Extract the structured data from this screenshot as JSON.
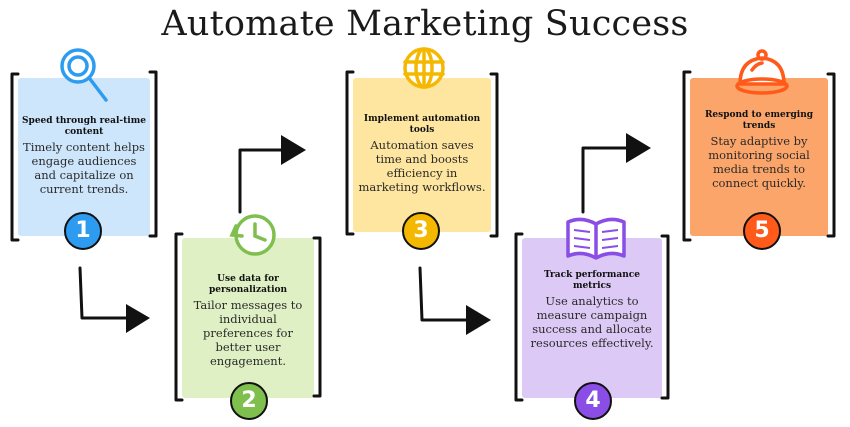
{
  "title": "Automate Marketing Success",
  "steps": [
    {
      "number": "1",
      "heading": "Speed through real-time content",
      "text": "Timely content helps engage audiences and capitalize on current trends.",
      "icon": "magnifier-icon",
      "color": "#cde6fb",
      "badge_color": "#2d9cf0"
    },
    {
      "number": "2",
      "heading": "Use data for personalization",
      "text": "Tailor messages to individual preferences for better user engagement.",
      "icon": "clock-icon",
      "color": "#dff0c4",
      "badge_color": "#7fbf4d"
    },
    {
      "number": "3",
      "heading": "Implement automation tools",
      "text": "Automation saves time and boosts efficiency in marketing workflows.",
      "icon": "globe-icon",
      "color": "#ffe6a0",
      "badge_color": "#f5b800"
    },
    {
      "number": "4",
      "heading": "Track performance metrics",
      "text": "Use analytics to measure campaign success and allocate resources effectively.",
      "icon": "book-icon",
      "color": "#dcc9f5",
      "badge_color": "#8a4ee6"
    },
    {
      "number": "5",
      "heading": "Respond to emerging trends",
      "text": "Stay adaptive by monitoring social media trends to connect quickly.",
      "icon": "bell-icon",
      "color": "#fba56a",
      "badge_color": "#ff5a1a"
    }
  ]
}
